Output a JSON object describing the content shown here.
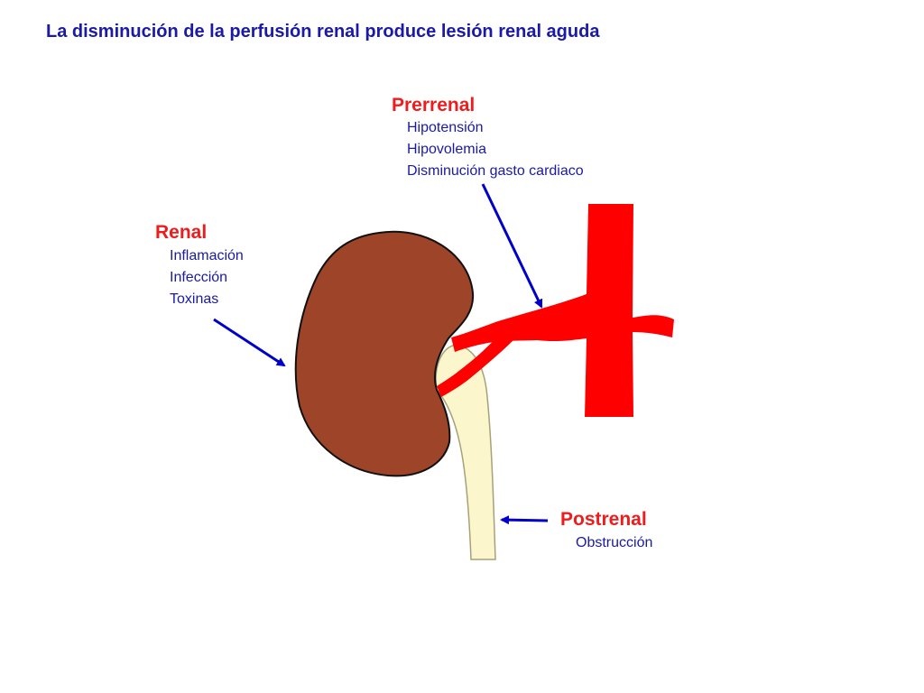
{
  "title": "La disminución de la perfusión renal produce lesión renal aguda",
  "colors": {
    "title_text": "#1a1aa6",
    "heading_text": "#ee1c1c",
    "item_text": "#1a1aa6",
    "kidney": "#9e4429",
    "vessels": "#ff0000",
    "ureter": "#fbf6cc",
    "arrows": "#0000cc"
  },
  "prerrenal": {
    "heading": "Prerrenal",
    "items": [
      "Hipotensión",
      "Hipovolemia",
      "Disminución gasto cardiaco"
    ]
  },
  "renal": {
    "heading": "Renal",
    "items": [
      "Inflamación",
      "Infección",
      "Toxinas"
    ]
  },
  "postrenal": {
    "heading": "Postrenal",
    "items": [
      "Obstrucción"
    ]
  }
}
